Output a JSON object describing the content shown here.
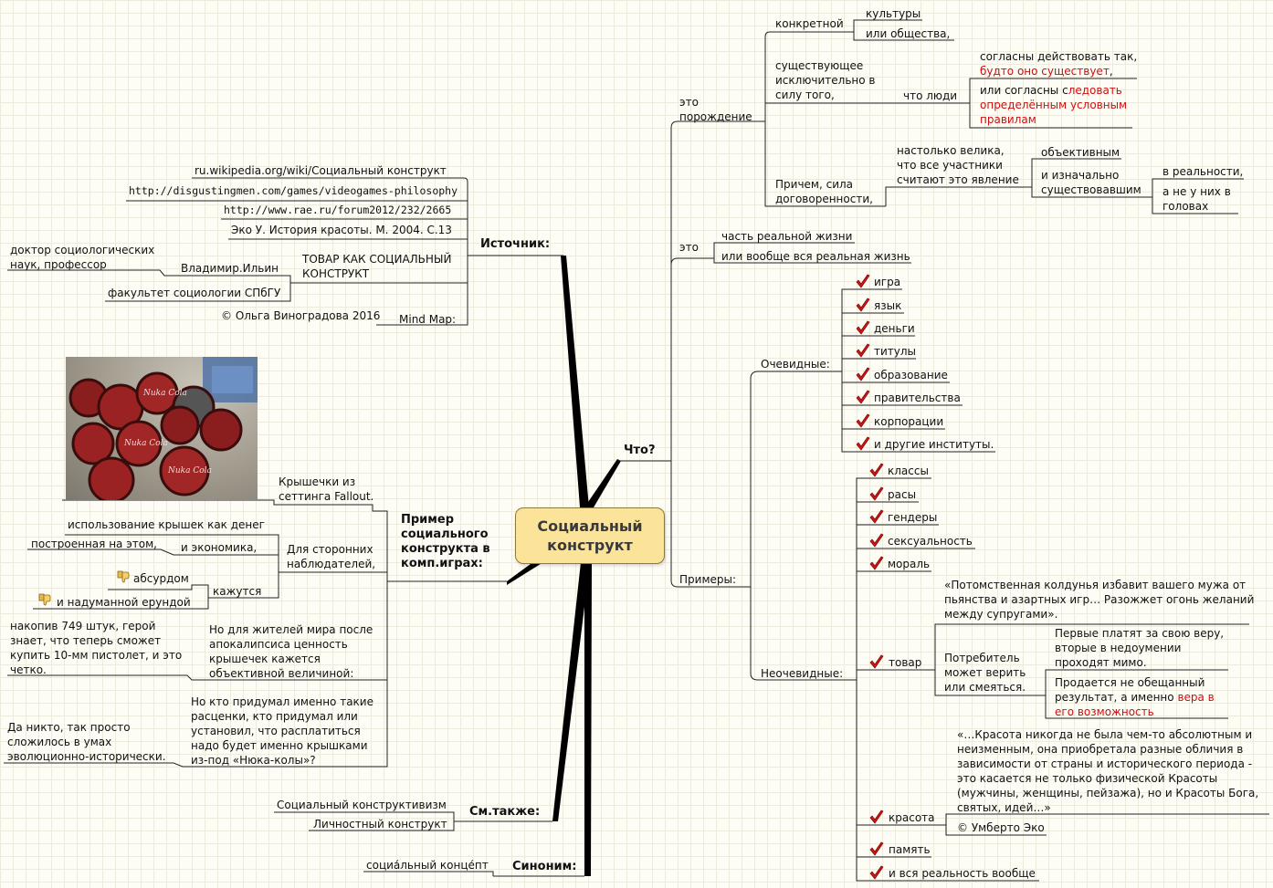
{
  "central": {
    "title": "Социальный\nконструкт"
  },
  "what": {
    "label": "Что?",
    "eto1": "это\nпорождение",
    "konkretnoy": "конкретной",
    "kultury": "культуры",
    "ili_obshchestva": "или общества,",
    "sushchestvuyushchee": "существующее\nисключительно в\nсилу того,",
    "chto_lyudi": "что люди",
    "soglasny_a": "согласны действовать так,",
    "soglasny_b": "будто оно существует",
    "soglasny_c": ",",
    "ili_soglasny_a": "или согласны с",
    "ili_soglasny_b": "ледовать",
    "ili_soglasny_c": "определённым условным\nправилам",
    "prichem": "Причем, сила\nдоговоренности,",
    "nastolko": "настолько велика,\nчто все участники\nсчитают это явление",
    "obektivnym": "объективным",
    "iznachalno": "и изначально\nсуществовавшим",
    "v_realnosti": "в реальности,",
    "a_ne_u_nih": "а не у них в\nголовах",
    "eto2": "это",
    "chast": "часть реальной жизни",
    "ili_voobshche": "или вообще вся реальная жизнь",
    "primery": "Примеры:",
    "ochevidnye": "Очевидные:",
    "obvious_items": [
      "игра",
      "язык",
      "деньги",
      "титулы",
      "образование",
      "правительства",
      "корпорации",
      "и другие институты."
    ],
    "neochevidnye": "Неочевидные:",
    "nonobvious_items": [
      "классы",
      "расы",
      "гендеры",
      "сексуальность",
      "мораль"
    ],
    "potomstvennaya": "«Потомственная колдунья избавит вашего мужа от\nпьянства и азартных игр… Разожжет огонь желаний\nмежду супругами».",
    "tovar": "товар",
    "potrebitel": "Потребитель\nможет верить\nили смеяться.",
    "pervye": "Первые платят за свою веру,\nвторые в недоумении\nпроходят мимо.",
    "prodaetsya_a": "Продается не обещанный\nрезультат, а именно ",
    "prodaetsya_b": "вера в",
    "prodaetsya_c": "его возможность",
    "krasota_quote": "«…Красота никогда не была чем-то абсолютным и\nнеизменным, она приобретала разные обличия в\nзависимости от страны и исторического периода -\nэто касается не только физической Красоты\n(мужчины, женщины, пейзажа), но и Красоты Бога,\nсвятых, идей…»",
    "krasota": "красота",
    "eco": "© Умберто Эко",
    "pamyat": "память",
    "vsya": "и вся реальность вообще"
  },
  "sources": {
    "label": "Источник:",
    "wiki": "ru.wikipedia.org/wiki/Социальный конструкт",
    "disgusting": "http://disgustingmen.com/games/videogames-philosophy",
    "rae": "http://www.rae.ru/forum2012/232/2665",
    "eco_book": "Эко У. История красоты. М. 2004. С.13",
    "tovar_kak": "ТОВАР КАК СОЦИАЛЬНЫЙ\nКОНСТРУКТ",
    "ilyin": "Владимир.Ильин",
    "doktor": "доктор социологических\nнаук, профессор",
    "fakultet": "факультет социологии СПбГУ",
    "mindmap": "Mind Map:",
    "vinogradova": "© Ольга Виноградова 2016"
  },
  "example": {
    "label": "Пример\nсоциального\nконструкта в\nкомп.играх:",
    "kryshechki": "Крышечки из\nсеттинга Fallout.",
    "dlya_storonnih": "Для сторонних\nнаблюдателей,",
    "ispolzovanie": "использование крышек как денег",
    "i_ekonomika": "и экономика,",
    "postroennaya": "построенная на этом,",
    "kazhutsya": "кажутся",
    "absurdom": "абсурдом",
    "erundoy": "и надуманной ерундой",
    "no_dlya": "Но для жителей мира после\nапокалипсиса ценность\nкрышечек кажется\nобъективной величиной:",
    "nakopiv": "накопив 749 штук, герой\nзнает, что теперь сможет\nкупить 10-мм пистолет, и это\nчетко.",
    "no_kto": "Но кто придумал именно такие\nрасценки, кто придумал или\nустановил, что расплатиться\nнадо будет именно крышками\nиз-под «Нюка-колы»?",
    "da_nikto": "Да никто, так просто\nсложилось в умах\nэволюционно-исторически."
  },
  "see_also": {
    "label": "См.также:",
    "item1": "Социальный конструктивизм",
    "item2": "Личностный конструкт"
  },
  "synonym": {
    "label": "Синоним:",
    "item1": "социа́льный конце́пт"
  },
  "photo": {
    "cap_text": "Nuka Cola"
  },
  "colors": {
    "accent_red": "#cc1010",
    "central_fill": "#fbe49a",
    "check": "#d01515"
  }
}
